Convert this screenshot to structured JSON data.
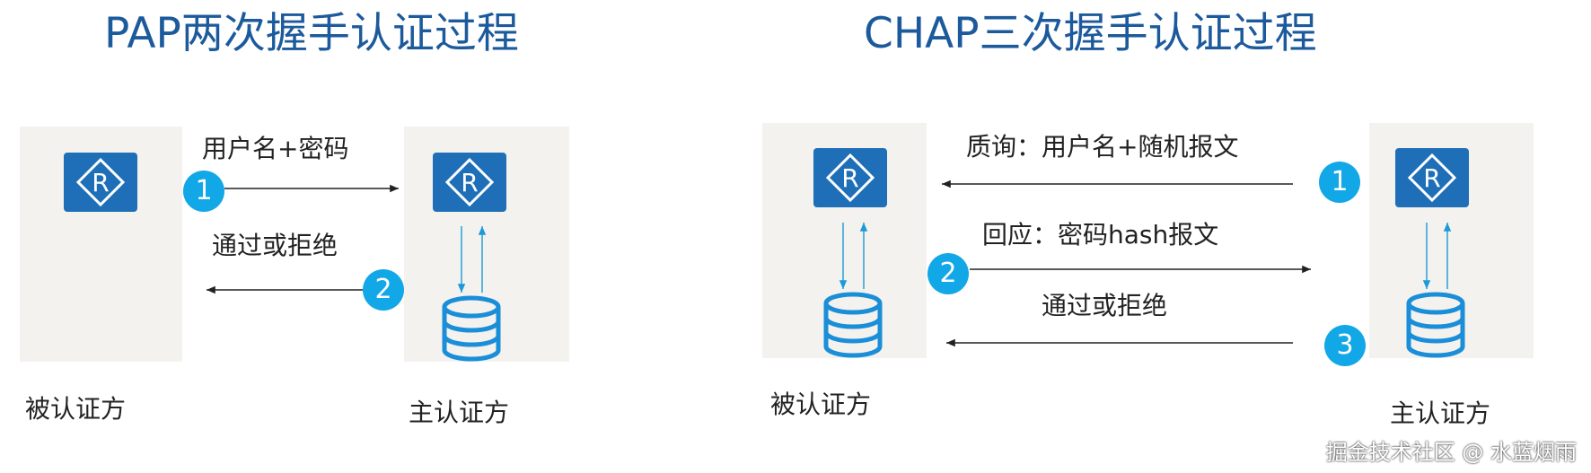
{
  "pap": {
    "title": "PAP两次握手认证过程",
    "msg1": "用户名+密码",
    "msg2": "通过或拒绝",
    "step1": "1",
    "step2": "2",
    "left_label": "被认证方",
    "right_label": "主认证方"
  },
  "chap": {
    "title": "CHAP三次握手认证过程",
    "msg1": "质询：用户名+随机报文",
    "msg2": "回应：密码hash报文",
    "msg3": "通过或拒绝",
    "step1": "1",
    "step2": "2",
    "step3": "3",
    "left_label": "被认证方",
    "right_label": "主认证方"
  },
  "watermark": "掘金技术社区 @ 水蓝烟雨",
  "colors": {
    "title": "#1c5a9c",
    "router": "#1f6fb8",
    "step": "#12a7e6",
    "panel": "#f3f2ee",
    "database": "#1a8ed8"
  },
  "icons": {
    "router": "router-icon",
    "database": "database-icon"
  }
}
